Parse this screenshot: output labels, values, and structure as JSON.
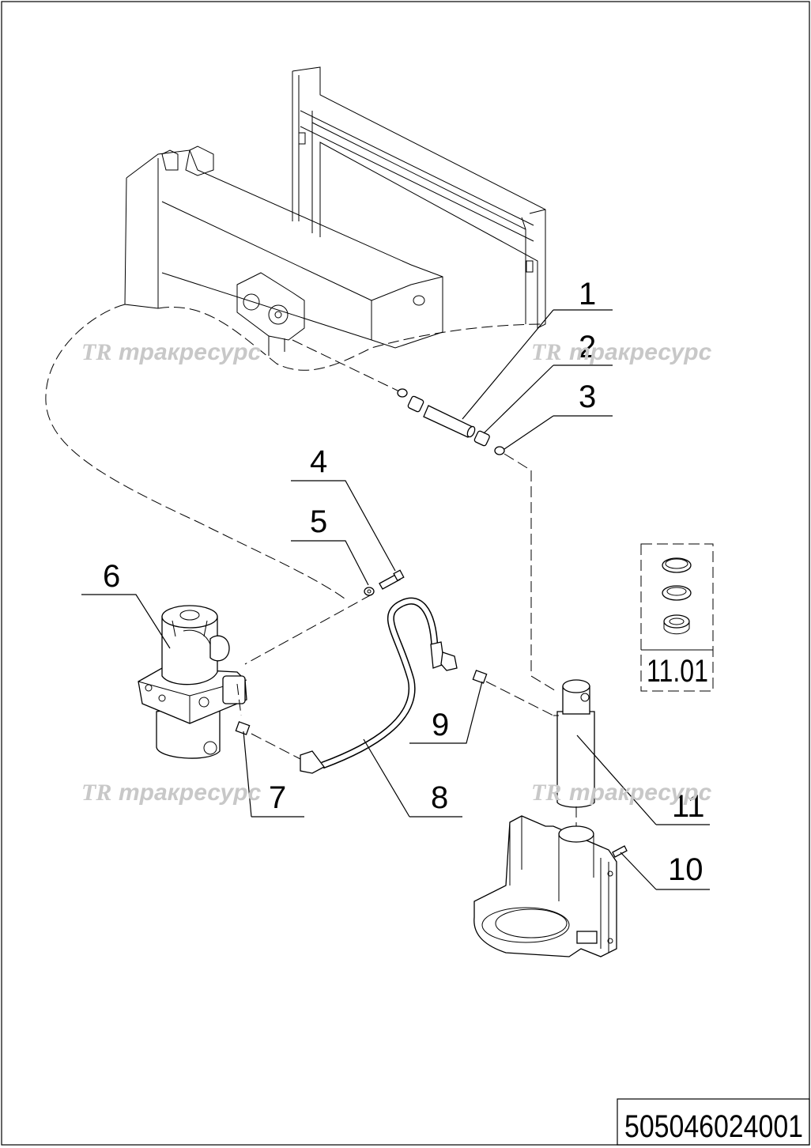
{
  "drawing": {
    "code": "505046024001",
    "kit_label": "11.01",
    "watermark_logo": "TR",
    "watermark_text": "тракресурс"
  },
  "callouts": [
    "1",
    "2",
    "3",
    "4",
    "5",
    "6",
    "7",
    "8",
    "9",
    "10",
    "11"
  ]
}
